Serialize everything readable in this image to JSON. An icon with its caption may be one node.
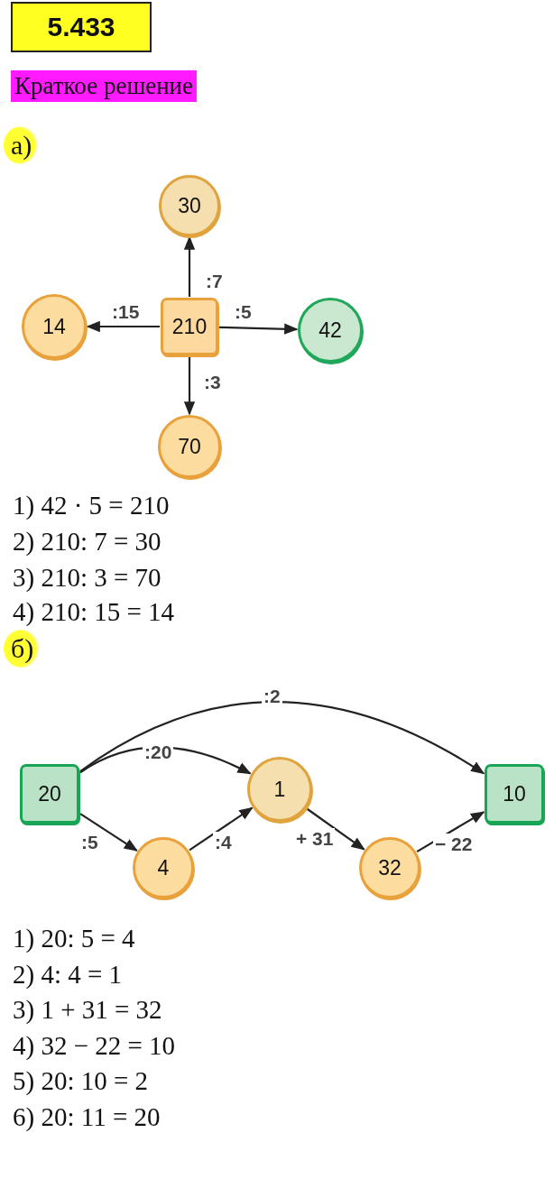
{
  "diagram": {
    "title": "5.433",
    "nodes": [
      {
        "text": [
          "30"
        ]
      },
      {
        "text": [
          "14"
        ]
      },
      {
        "text": [
          "210"
        ]
      },
      {
        "text": [
          "42"
        ]
      },
      {
        "text": [
          "70"
        ]
      },
      {
        "text": [
          "20"
        ]
      },
      {
        "text": [
          "1"
        ]
      },
      {
        "text": [
          "10"
        ]
      },
      {
        "text": [
          "4"
        ]
      },
      {
        "text": [
          "32"
        ]
      }
    ],
    "edges": [
      {
        "from": 2,
        "to": 0,
        "arrow": "to",
        "label": ":7"
      },
      {
        "from": 2,
        "to": 1,
        "arrow": "to",
        "label": ":15"
      },
      {
        "from": 2,
        "to": 3,
        "arrow": "to",
        "label": ":5"
      },
      {
        "from": 2,
        "to": 4,
        "arrow": "to",
        "label": ":3"
      },
      {
        "from": 5,
        "to": 7,
        "arrow": "to",
        "label": ":2"
      },
      {
        "from": 5,
        "to": 6,
        "arrow": "to",
        "label": ":20"
      },
      {
        "from": 5,
        "to": 8,
        "arrow": "to",
        "label": ":5"
      },
      {
        "from": 8,
        "to": 6,
        "arrow": "to",
        "label": ":4"
      },
      {
        "from": 6,
        "to": 9,
        "arrow": "to",
        "label": "+ 31"
      },
      {
        "from": 9,
        "to": 7,
        "arrow": "to",
        "label": "− 22"
      }
    ],
    "labels": [
      "Краткое решение",
      "а)",
      "1) 42 · 5 = 210",
      "2) 210: 7 = 30",
      "3) 210: 3 = 70",
      "4) 210: 15 = 14",
      "б)",
      "1) 20: 5 = 4",
      "2) 4: 4 = 1",
      "3) 1 + 31 = 32",
      "4) 32 − 22 = 10",
      "5) 20: 10 = 2",
      "6) 20: 11 = 20"
    ]
  }
}
